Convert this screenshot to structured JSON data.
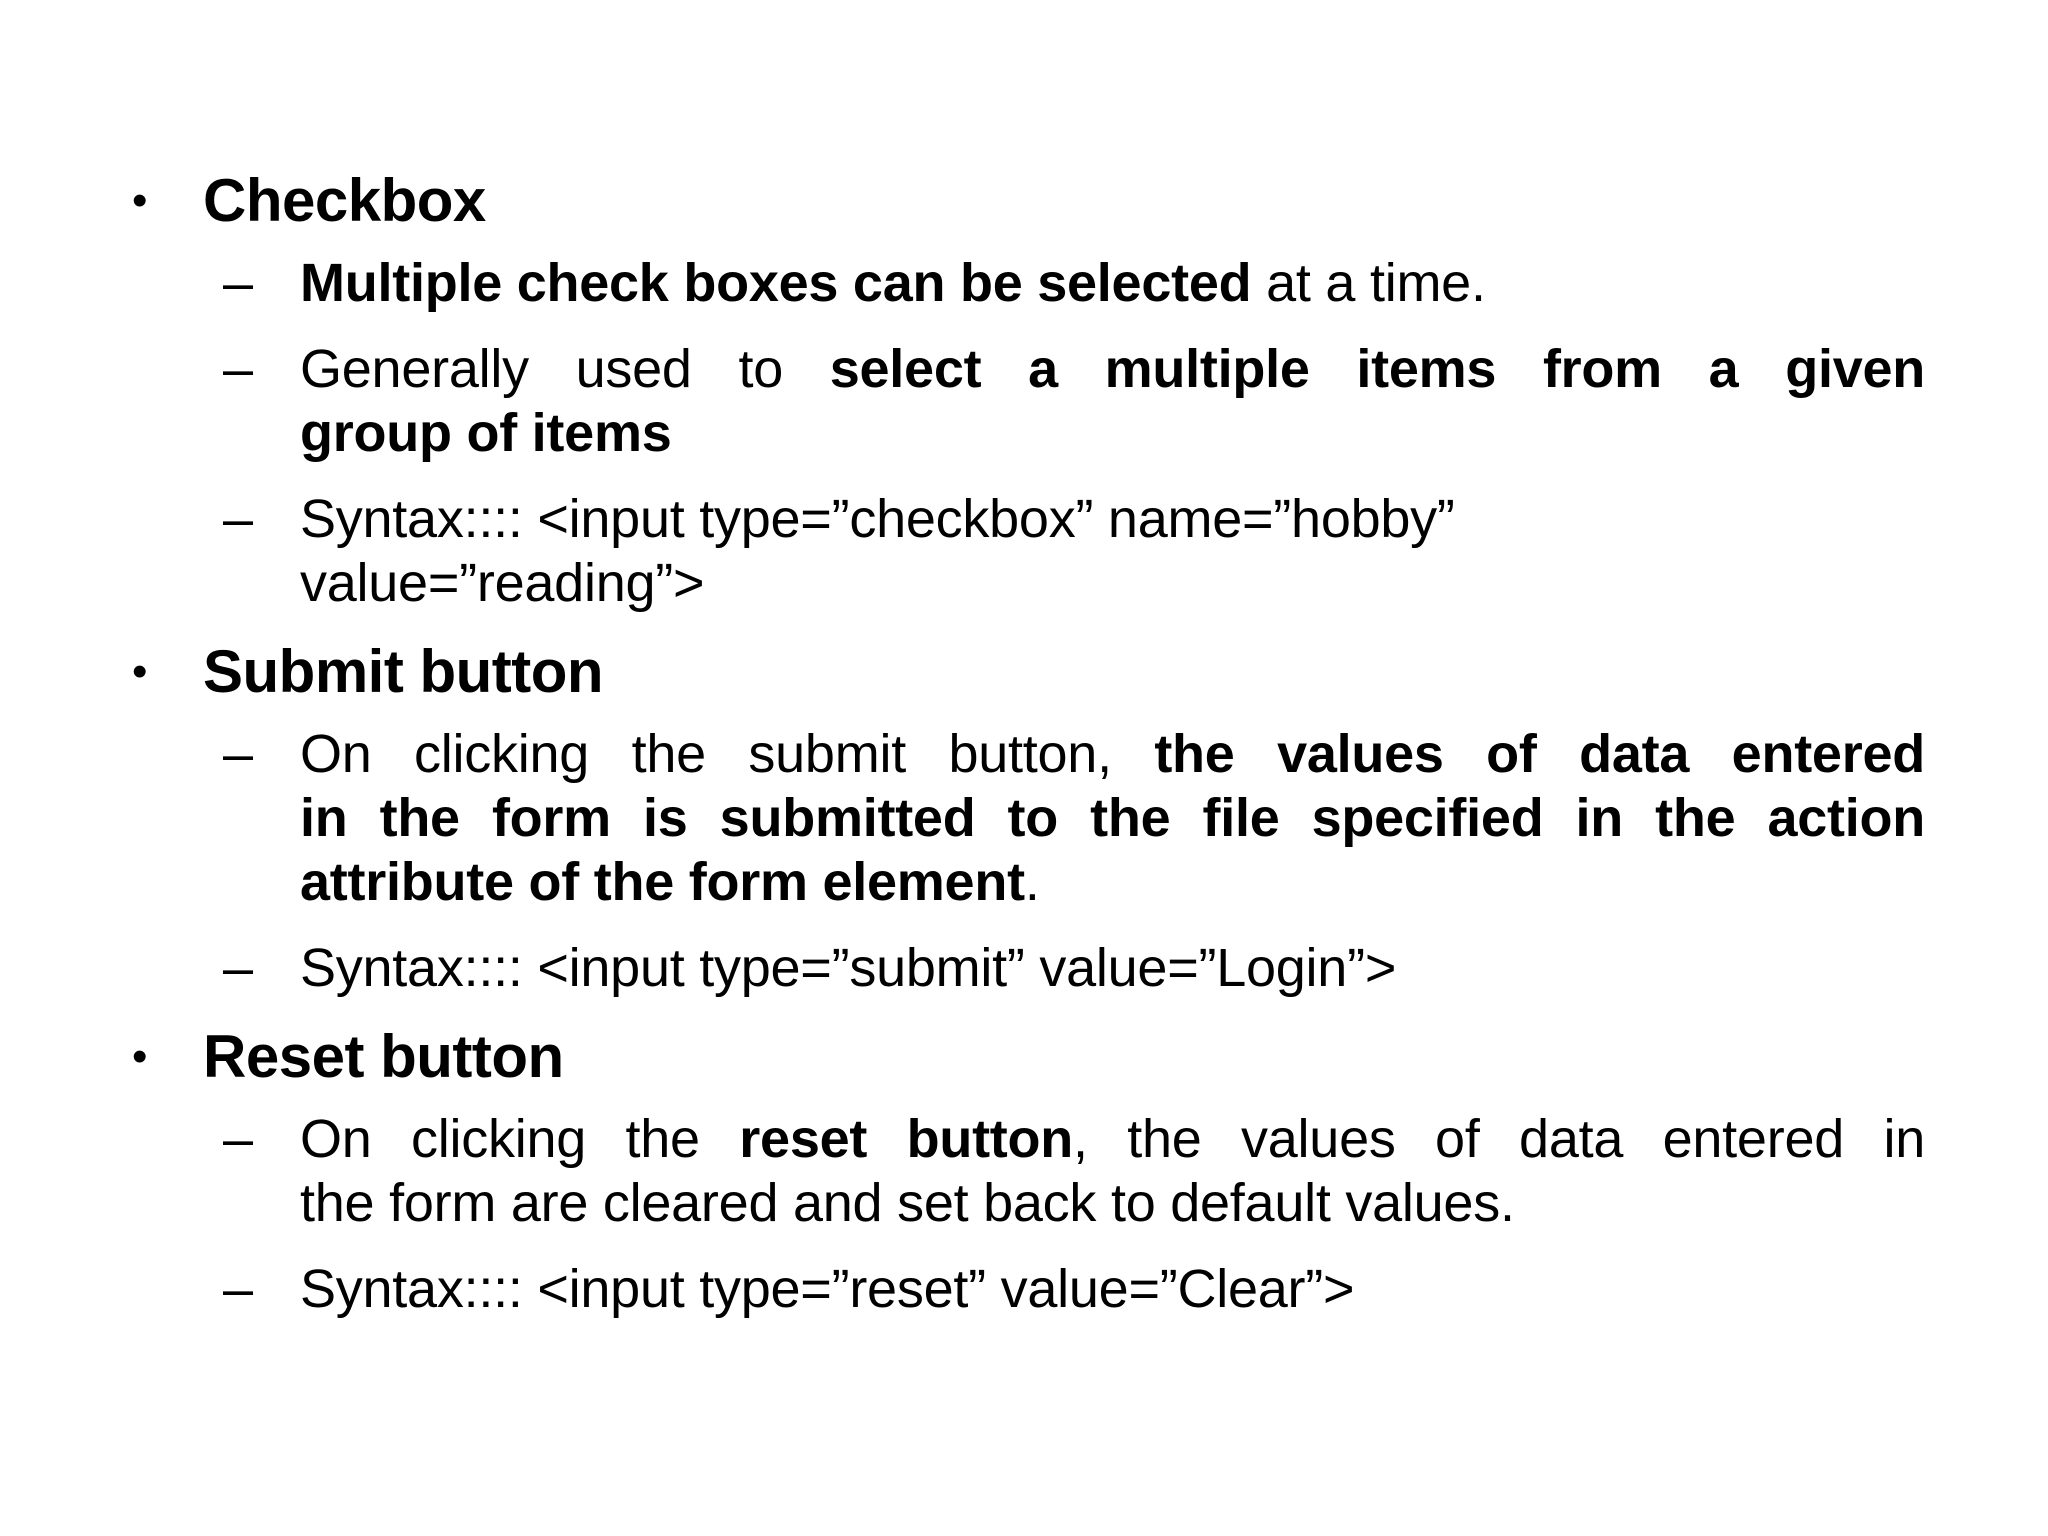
{
  "slide": {
    "background_color": "#ffffff",
    "text_color": "#000000",
    "bullet_marker": "•",
    "sub_marker": "–",
    "sections": [
      {
        "heading": "Checkbox",
        "paragraphs": [
          {
            "lines": [
              {
                "align": "left",
                "segments": [
                  {
                    "text": "Multiple check boxes can be selected",
                    "bold": true
                  },
                  {
                    "text": " at a time.",
                    "bold": false
                  }
                ]
              }
            ]
          },
          {
            "lines": [
              {
                "align": "justify",
                "segments": [
                  {
                    "text": "Generally used to ",
                    "bold": false
                  },
                  {
                    "text": "select a multiple items from a given",
                    "bold": true
                  }
                ]
              },
              {
                "align": "left",
                "segments": [
                  {
                    "text": "group of items",
                    "bold": true
                  }
                ]
              }
            ]
          },
          {
            "lines": [
              {
                "align": "left",
                "segments": [
                  {
                    "text": "Syntax:::: <input type=”checkbox” name=”hobby”",
                    "bold": false
                  }
                ]
              },
              {
                "align": "left",
                "segments": [
                  {
                    "text": "value=”reading”>",
                    "bold": false
                  }
                ]
              }
            ]
          }
        ]
      },
      {
        "heading": "Submit button",
        "paragraphs": [
          {
            "lines": [
              {
                "align": "justify",
                "segments": [
                  {
                    "text": "On clicking the submit button, ",
                    "bold": false
                  },
                  {
                    "text": "the values of data entered",
                    "bold": true
                  }
                ]
              },
              {
                "align": "justify",
                "segments": [
                  {
                    "text": "in the form is submitted to the file specified in the action",
                    "bold": true
                  }
                ]
              },
              {
                "align": "left",
                "segments": [
                  {
                    "text": "attribute of the form element",
                    "bold": true
                  },
                  {
                    "text": ".",
                    "bold": false
                  }
                ]
              }
            ]
          },
          {
            "lines": [
              {
                "align": "left",
                "segments": [
                  {
                    "text": "Syntax:::: <input type=”submit” value=”Login”>",
                    "bold": false
                  }
                ]
              }
            ]
          }
        ]
      },
      {
        "heading": "Reset button",
        "paragraphs": [
          {
            "lines": [
              {
                "align": "justify",
                "segments": [
                  {
                    "text": "On clicking the ",
                    "bold": false
                  },
                  {
                    "text": "reset button",
                    "bold": true
                  },
                  {
                    "text": ", the values of data entered in",
                    "bold": false
                  }
                ]
              },
              {
                "align": "left",
                "segments": [
                  {
                    "text": "the form are cleared and set back to default values.",
                    "bold": false
                  }
                ]
              }
            ]
          },
          {
            "lines": [
              {
                "align": "left",
                "segments": [
                  {
                    "text": "Syntax:::: <input type=”reset” value=”Clear”>",
                    "bold": false
                  }
                ]
              }
            ]
          }
        ]
      }
    ]
  }
}
